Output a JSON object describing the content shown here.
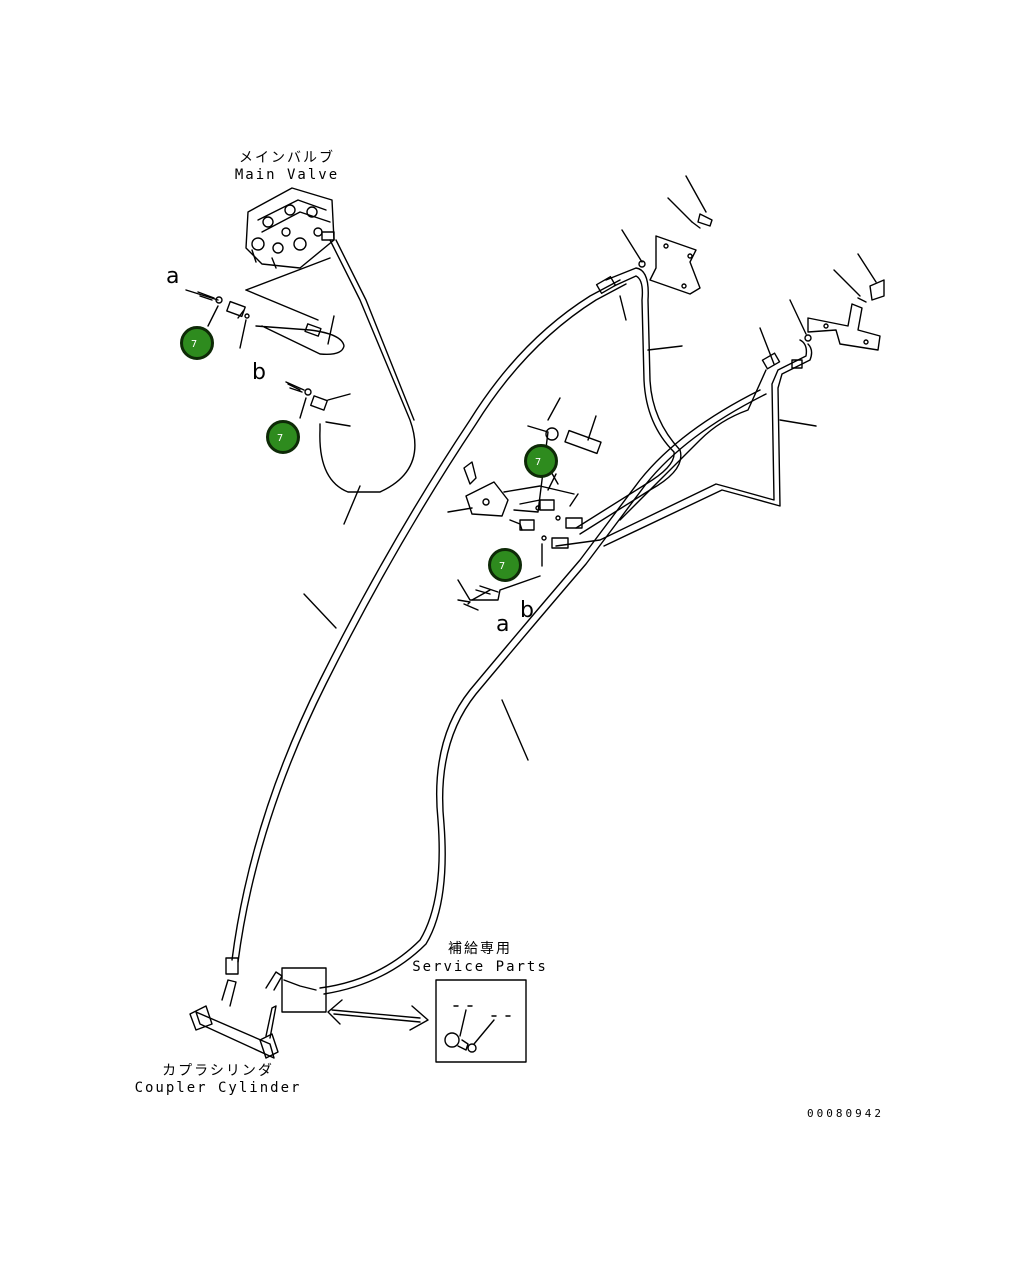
{
  "labels": {
    "main_valve_jp": "メインバルブ",
    "main_valve_en": "Main Valve",
    "service_parts_jp": "補給専用",
    "service_parts_en": "Service Parts",
    "coupler_cylinder_jp": "カプラシリンダ",
    "coupler_cylinder_en": "Coupler Cylinder"
  },
  "callout_letters": {
    "a_upper": "a",
    "b_upper": "b",
    "a_lower": "a",
    "b_lower": "b"
  },
  "markers": [
    {
      "label": "7"
    },
    {
      "label": "7"
    },
    {
      "label": "7"
    },
    {
      "label": "7"
    }
  ],
  "drawing_number": "00080942",
  "colors": {
    "marker_fill": "#2e8b1e",
    "marker_border": "#0e2a07",
    "line": "#000000"
  }
}
